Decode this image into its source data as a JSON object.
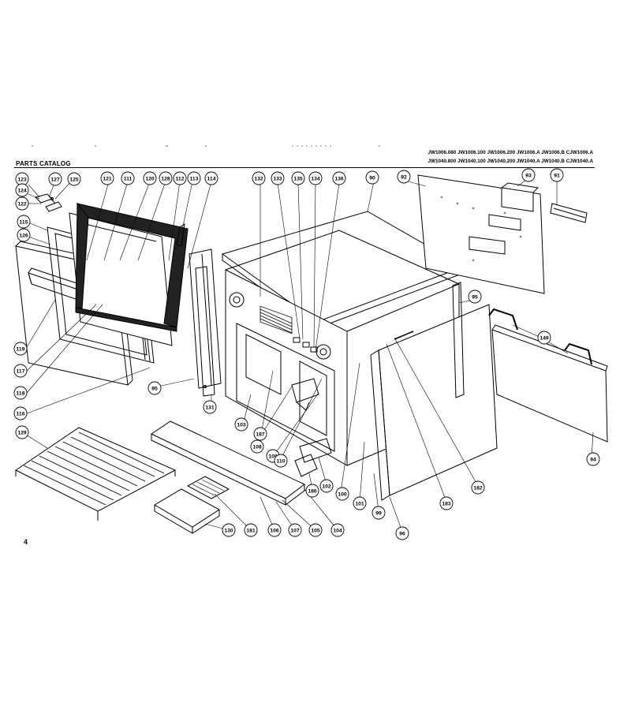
{
  "header": {
    "title": "PARTS CATALOG",
    "models_line1": "JW1006.080  JW1006.100  JW1006.200  JW1006.A  JW1006.B  CJW1006.A",
    "models_line2": "JW1040.800  JW1040.100  JW1040.200  JW1040.A  JW1040.B  CJW1040.A"
  },
  "page_number": "4",
  "callouts": [
    {
      "label": "123"
    },
    {
      "label": "124"
    },
    {
      "label": "122"
    },
    {
      "label": "127"
    },
    {
      "label": "125"
    },
    {
      "label": "115"
    },
    {
      "label": "126"
    },
    {
      "label": "121"
    },
    {
      "label": "111"
    },
    {
      "label": "120"
    },
    {
      "label": "128"
    },
    {
      "label": "112"
    },
    {
      "label": "113"
    },
    {
      "label": "114"
    },
    {
      "label": "132"
    },
    {
      "label": "133"
    },
    {
      "label": "135"
    },
    {
      "label": "134"
    },
    {
      "label": "136"
    },
    {
      "label": "90"
    },
    {
      "label": "92"
    },
    {
      "label": "93"
    },
    {
      "label": "91"
    },
    {
      "label": "95"
    },
    {
      "label": "149"
    },
    {
      "label": "119"
    },
    {
      "label": "117"
    },
    {
      "label": "118"
    },
    {
      "label": "116"
    },
    {
      "label": "95"
    },
    {
      "label": "131"
    },
    {
      "label": "103"
    },
    {
      "label": "187"
    },
    {
      "label": "108"
    },
    {
      "label": "109"
    },
    {
      "label": "110"
    },
    {
      "label": "102"
    },
    {
      "label": "100"
    },
    {
      "label": "101"
    },
    {
      "label": "99"
    },
    {
      "label": "183"
    },
    {
      "label": "182"
    },
    {
      "label": "94"
    },
    {
      "label": "129"
    },
    {
      "label": "186"
    },
    {
      "label": "130"
    },
    {
      "label": "181"
    },
    {
      "label": "106"
    },
    {
      "label": "107"
    },
    {
      "label": "105"
    },
    {
      "label": "104"
    },
    {
      "label": "96"
    }
  ]
}
